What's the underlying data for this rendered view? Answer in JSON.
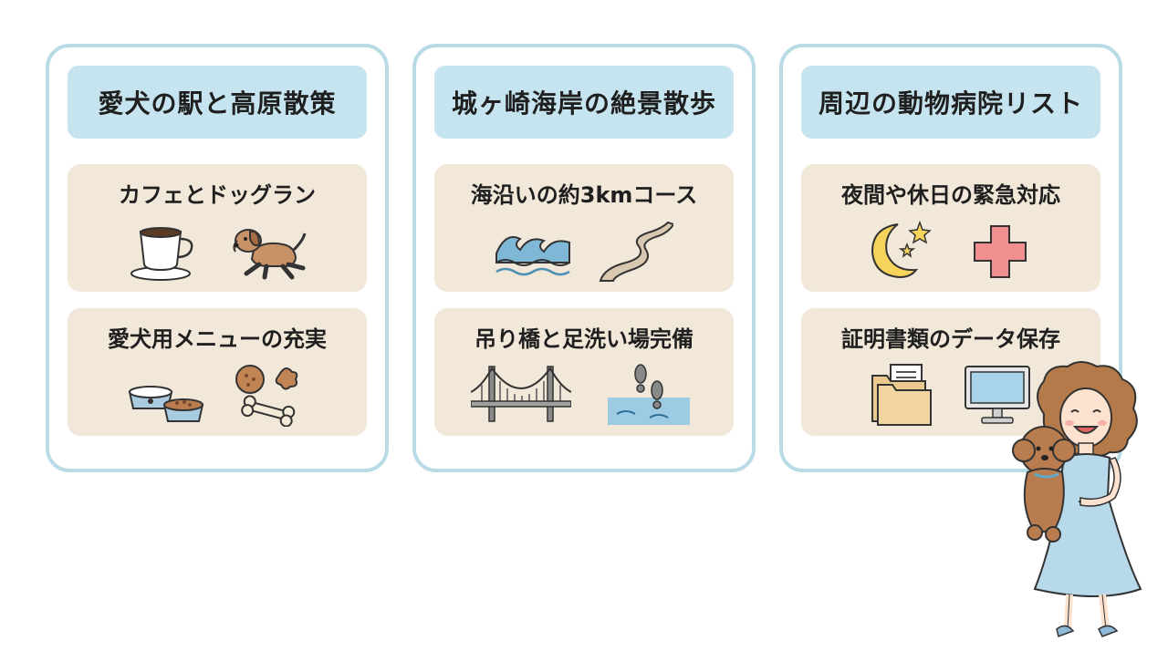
{
  "cards": [
    {
      "title": "愛犬の駅と高原散策",
      "items": [
        {
          "label": "カフェとドッグラン",
          "icons": [
            "coffee-cup-icon",
            "running-dog-icon"
          ]
        },
        {
          "label": "愛犬用メニューの充実",
          "icons": [
            "dog-food-bowls-icon",
            "dog-treats-icon"
          ]
        }
      ]
    },
    {
      "title": "城ヶ崎海岸の絶景散歩",
      "items": [
        {
          "label": "海沿いの約3kmコース",
          "icons": [
            "ocean-waves-icon",
            "winding-path-icon"
          ]
        },
        {
          "label": "吊り橋と足洗い場完備",
          "icons": [
            "suspension-bridge-icon",
            "footprints-water-icon"
          ]
        }
      ]
    },
    {
      "title": "周辺の動物病院リスト",
      "items": [
        {
          "label": "夜間や休日の緊急対応",
          "icons": [
            "moon-stars-icon",
            "medical-cross-icon"
          ]
        },
        {
          "label": "証明書類のデータ保存",
          "icons": [
            "document-folder-icon",
            "computer-monitor-icon"
          ]
        }
      ]
    }
  ],
  "colors": {
    "card_border": "#b9dbe6",
    "title_background": "#c6e4ef",
    "item_background": "#f1e8d9",
    "dress": "#b7d9ea",
    "dog": "#b87c4f"
  }
}
